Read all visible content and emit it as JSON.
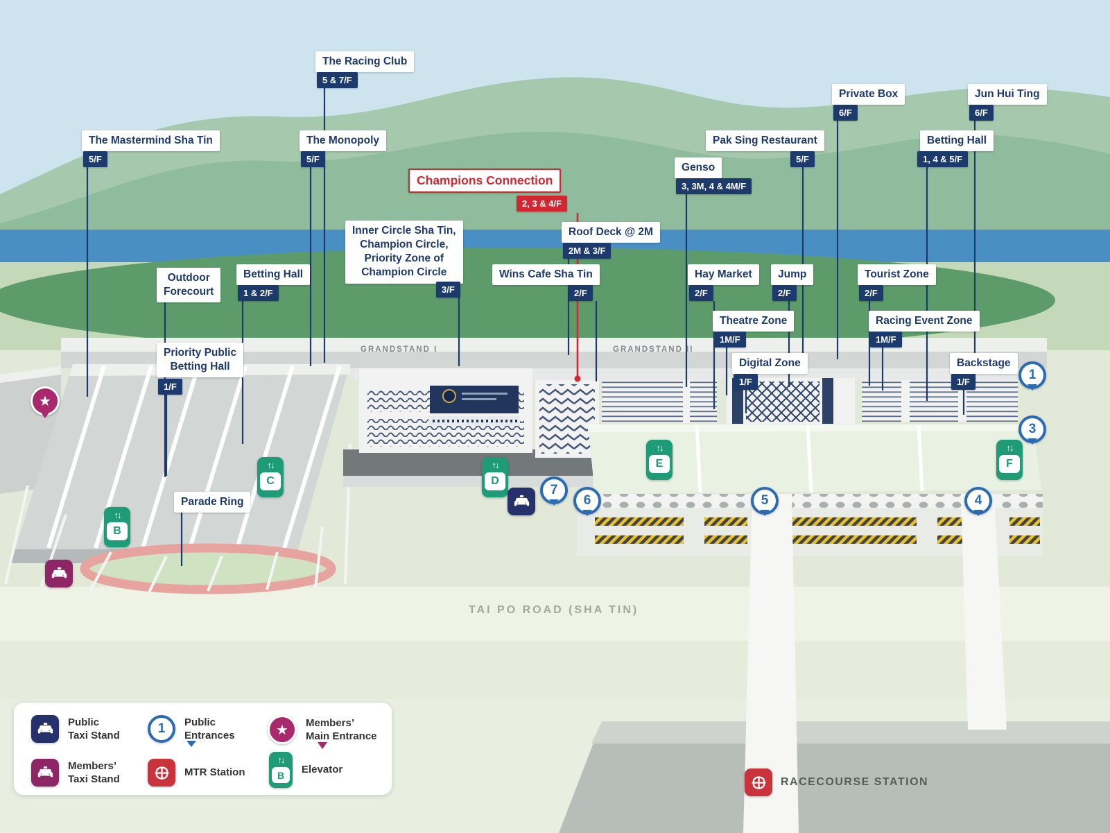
{
  "title": "Racecourse venue map",
  "labels": {
    "racing_club": {
      "text": "The Racing Club",
      "floor": "5 & 7/F"
    },
    "mastermind": {
      "text": "The Mastermind Sha Tin",
      "floor": "5/F"
    },
    "monopoly": {
      "text": "The Monopoly",
      "floor": "5/F"
    },
    "private_box": {
      "text": "Private Box",
      "floor": "6/F"
    },
    "jun_hui_ting": {
      "text": "Jun Hui Ting",
      "floor": "6/F"
    },
    "pak_sing": {
      "text": "Pak Sing Restaurant",
      "floor": "5/F"
    },
    "betting_hall_right": {
      "text": "Betting Hall",
      "floor": "1, 4 & 5/F"
    },
    "genso": {
      "text": "Genso",
      "floor": "3, 3M, 4 & 4M/F"
    },
    "champions_connection": {
      "text": "Champions Connection",
      "floor": "2, 3 & 4/F"
    },
    "inner_circle": {
      "text": "Inner Circle Sha Tin,\nChampion Circle,\nPriority Zone of\nChampion Circle",
      "floor": "3/F"
    },
    "roof_deck": {
      "text": "Roof Deck @ 2M",
      "floor": "2M & 3/F"
    },
    "outdoor_forecourt": {
      "text": "Outdoor\nForecourt"
    },
    "betting_hall_left": {
      "text": "Betting Hall",
      "floor": "1 & 2/F"
    },
    "wins_cafe": {
      "text": "Wins Cafe Sha Tin",
      "floor": "2/F"
    },
    "hay_market": {
      "text": "Hay Market",
      "floor": "2/F"
    },
    "jump": {
      "text": "Jump",
      "floor": "2/F"
    },
    "tourist_zone": {
      "text": "Tourist Zone",
      "floor": "2/F"
    },
    "theatre_zone": {
      "text": "Theatre Zone",
      "floor": "1M/F"
    },
    "racing_event_zone": {
      "text": "Racing Event Zone",
      "floor": "1M/F"
    },
    "digital_zone": {
      "text": "Digital Zone",
      "floor": "1/F"
    },
    "backstage": {
      "text": "Backstage",
      "floor": "1/F"
    },
    "priority_public_betting_hall": {
      "text": "Priority Public\nBetting Hall",
      "floor": "1/F"
    },
    "parade_ring": {
      "text": "Parade Ring"
    }
  },
  "map_texts": {
    "grandstand_1": "GRANDSTAND I",
    "grandstand_2": "GRANDSTAND II",
    "road": "TAI PO ROAD (SHA TIN)",
    "station": "RACECOURSE STATION"
  },
  "elevators": {
    "b": "B",
    "c": "C",
    "d": "D",
    "e": "E",
    "f": "F"
  },
  "entrances": {
    "e1": "1",
    "e3": "3",
    "e4": "4",
    "e5": "5",
    "e6": "6",
    "e7": "7"
  },
  "legend": {
    "public_taxi": "Public\nTaxi Stand",
    "public_entrances": "Public\nEntrances",
    "members_main_entrance": "Members’\nMain Entrance",
    "members_taxi": "Members’\nTaxi Stand",
    "mtr_station": "MTR Station",
    "elevator": "Elevator",
    "sample_entrance": "1",
    "sample_elevator": "B"
  },
  "colors": {
    "label_navy": "#1d3a6d",
    "accent_red": "#d22730",
    "elevator_green": "#1e9b77",
    "entrance_blue": "#2a6bb3",
    "members_magenta": "#a92a6c",
    "mtr_red": "#c8333c",
    "public_taxi_navy": "#26306b",
    "members_taxi_purple": "#8e2566"
  }
}
